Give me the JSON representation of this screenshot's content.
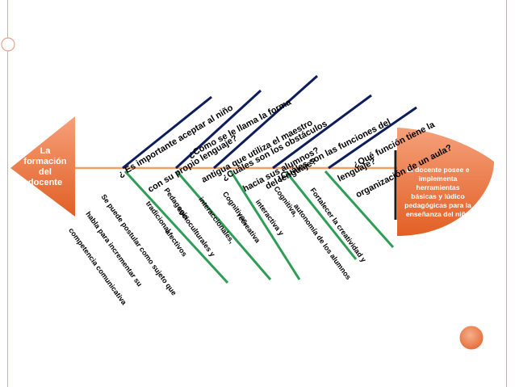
{
  "diagram": {
    "tail_label": [
      "La",
      "formación",
      "del",
      "docente"
    ],
    "head_label": [
      "El docente posee e",
      "implementa",
      "herramientas",
      "básicas y lúdico",
      "pedagógicas para la",
      "enseñanza del niño"
    ],
    "questions": [
      [
        "¿ Es importante aceptar al niño",
        "con su propio lenguaje?"
      ],
      [
        "¿Como se le llama la forma",
        "antigua que utiliza el maestro",
        "hacia sus alumnos?"
      ],
      [
        "¿Cuáles son los obstáculos",
        "del lenguaje?"
      ],
      [
        "¿Cuáles son las funciones del",
        "lenguaje?"
      ],
      [
        "¿Qué función tiene la",
        "organización de un aula?"
      ]
    ],
    "answers": [
      [
        "Se puede postular como sujeto que",
        "habla para incrementar su",
        "competencia comunicativa"
      ],
      [
        "Pedagogía",
        "tradicional"
      ],
      [
        "Cognitivos,",
        "interaccionales,",
        "socioculturales y",
        "afectivos"
      ],
      [
        "Cognitiva,",
        "interactiva y",
        "recreativa"
      ],
      [
        "Fortalecer la creatividad y",
        "autonomía de los alumnos"
      ]
    ],
    "colors": {
      "orange": "#ee7b47",
      "spine": "#f0a064",
      "upper_bone": "#0d1d5c",
      "lower_bone": "#2e9d55"
    }
  }
}
